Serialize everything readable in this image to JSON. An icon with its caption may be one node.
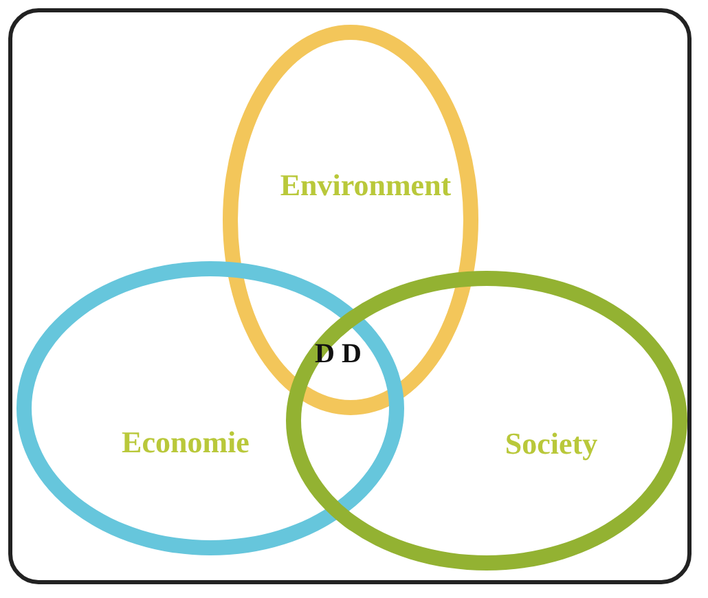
{
  "diagram": {
    "nodes": [
      {
        "text": [
          "Environment"
        ]
      },
      {
        "text": [
          "Economie"
        ]
      },
      {
        "text": [
          "Society"
        ]
      }
    ],
    "labels": [
      "D D"
    ]
  }
}
